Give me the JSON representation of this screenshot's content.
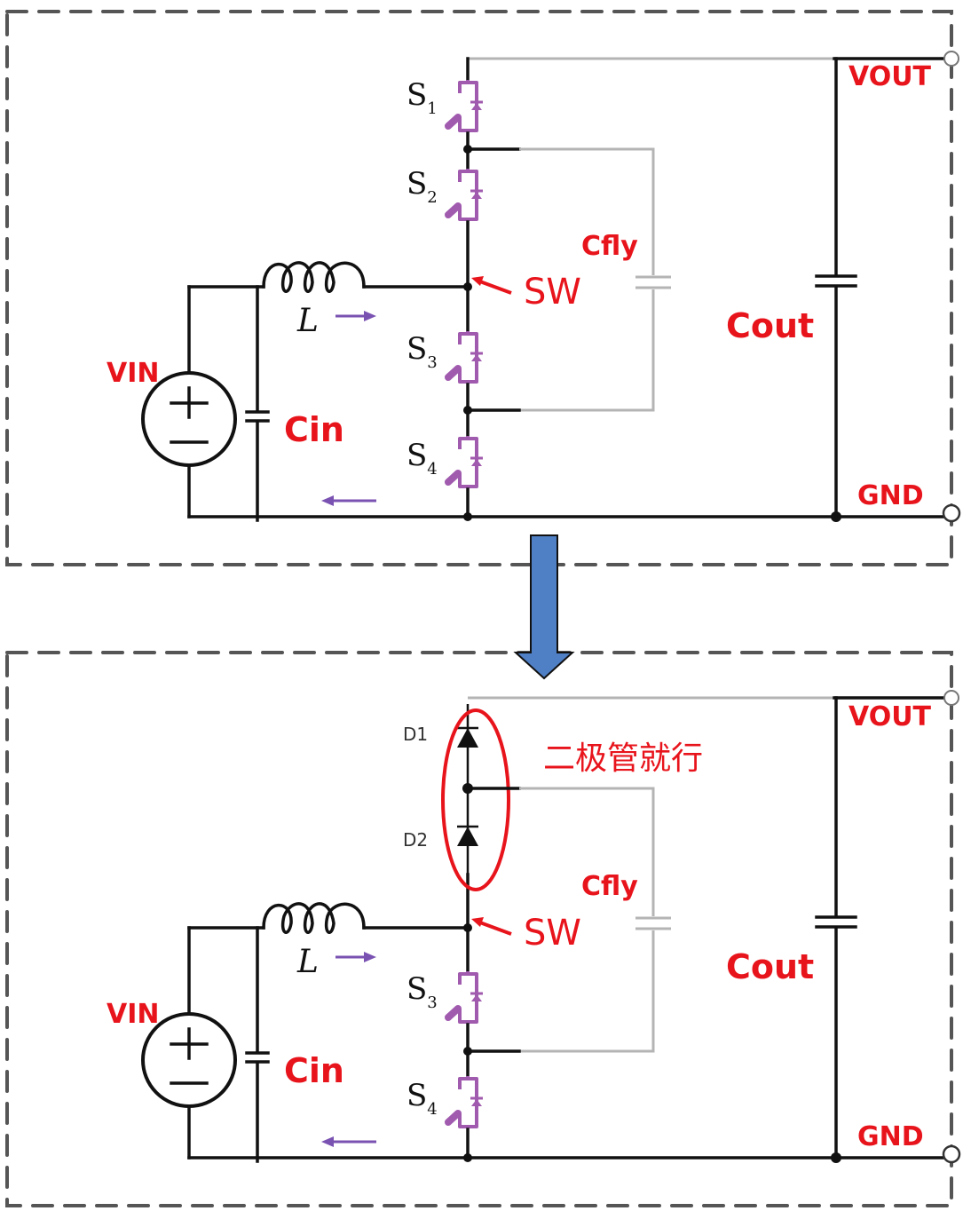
{
  "title": "Flying-capacitor buck circuit: S1/S2 replaced by diodes",
  "colors": {
    "label_red": "#e8141c",
    "switch_purple": "#a05aae",
    "current_arrow": "#7a52b2",
    "transition_arrow": "#4f7fc4",
    "box_border": "#555555",
    "wire": "#111111",
    "cfly_wire": "#b4b4b4"
  },
  "top_circuit": {
    "labels": {
      "vout": "VOUT",
      "gnd": "GND",
      "vin": "VIN",
      "cin": "Cin",
      "cfly": "Cfly",
      "cout": "Cout",
      "sw": "SW",
      "inductor": "L"
    },
    "switches": [
      {
        "name": "S",
        "sub": "1"
      },
      {
        "name": "S",
        "sub": "2"
      },
      {
        "name": "S",
        "sub": "3"
      },
      {
        "name": "S",
        "sub": "4"
      }
    ]
  },
  "bottom_circuit": {
    "labels": {
      "vout": "VOUT",
      "gnd": "GND",
      "vin": "VIN",
      "cin": "Cin",
      "cfly": "Cfly",
      "cout": "Cout",
      "sw": "SW",
      "inductor": "L",
      "annotation": "二极管就行"
    },
    "diodes": [
      "D1",
      "D2"
    ],
    "switches": [
      {
        "name": "S",
        "sub": "3"
      },
      {
        "name": "S",
        "sub": "4"
      }
    ]
  }
}
